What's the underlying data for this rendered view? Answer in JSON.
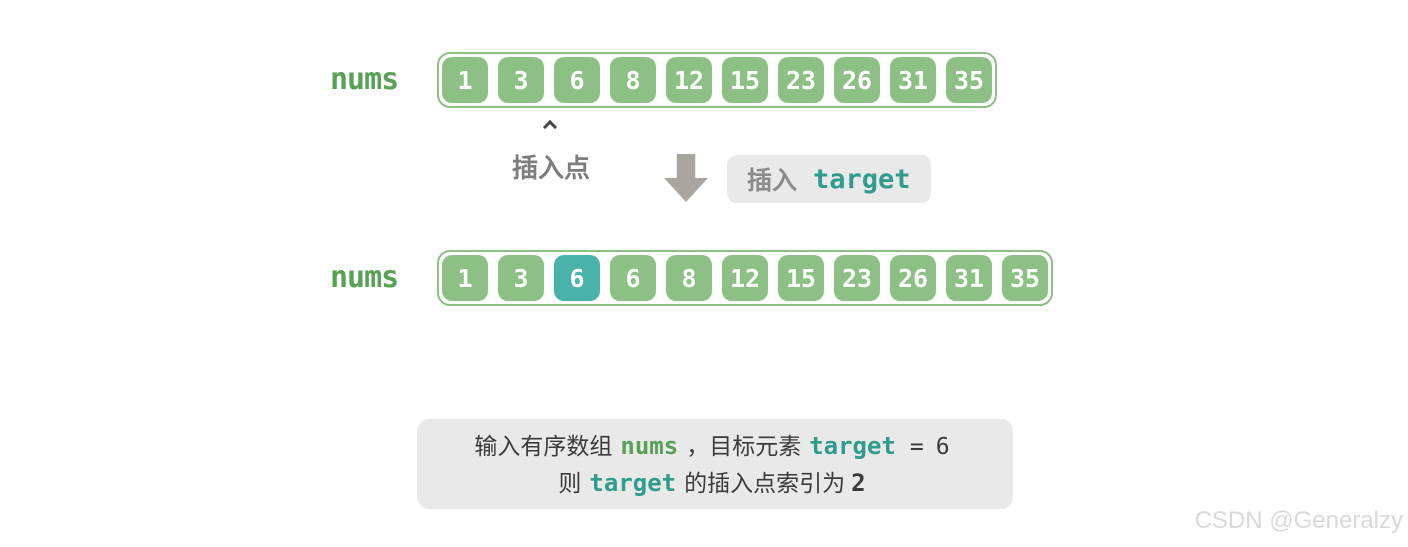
{
  "top_array": {
    "label": "nums",
    "values": [
      "1",
      "3",
      "6",
      "8",
      "12",
      "15",
      "23",
      "26",
      "31",
      "35"
    ]
  },
  "insertion_point": {
    "label": "插入点"
  },
  "insert_action": {
    "text_cn": "插入",
    "code": "target"
  },
  "result_array": {
    "label": "nums",
    "values": [
      "1",
      "3",
      "6",
      "6",
      "8",
      "12",
      "15",
      "23",
      "26",
      "31",
      "35"
    ],
    "highlight_index": 2
  },
  "caption": {
    "line1": [
      {
        "text": "输入有序数组",
        "style": "plain"
      },
      {
        "text": "nums",
        "style": "code-green"
      },
      {
        "text": "，目标元素",
        "style": "plain"
      },
      {
        "text": "target",
        "style": "code-teal"
      },
      {
        "text": "=",
        "style": "code-dark"
      },
      {
        "text": "6",
        "style": "code-dark"
      }
    ],
    "line2": [
      {
        "text": "则",
        "style": "plain"
      },
      {
        "text": "target",
        "style": "code-teal"
      },
      {
        "text": "的插入点索引为",
        "style": "plain"
      },
      {
        "text": "2",
        "style": "code-dark-bold"
      }
    ]
  },
  "watermark": "CSDN @Generalzy",
  "colors": {
    "cell_green": "#8cc084",
    "cell_highlight_teal": "#49b3aa",
    "array_border_green": "#8cc084",
    "label_green": "#5aa158",
    "code_teal": "#2f9c8c",
    "gray_label": "#7d7d7d",
    "arrow_gray": "#a9a59f",
    "box_gray": "#e9e9e9",
    "dark_text": "#3b3b3b",
    "watermark_gray": "#d9d9d9"
  }
}
